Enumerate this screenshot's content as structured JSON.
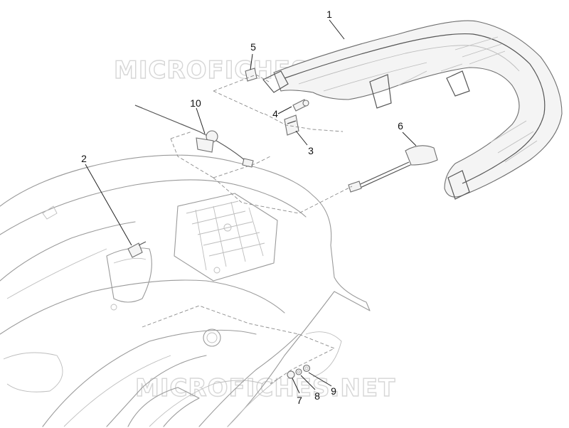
{
  "watermark": {
    "text": "MICROFICHES.NET"
  },
  "callouts": {
    "c1": "1",
    "c2": "2",
    "c3": "3",
    "c4": "4",
    "c5": "5",
    "c6": "6",
    "c7": "7",
    "c8": "8",
    "c9": "9",
    "c10": "10"
  },
  "colors": {
    "line": "#9a9a9a",
    "label": "#111111",
    "watermark": "#d6d6d6"
  }
}
